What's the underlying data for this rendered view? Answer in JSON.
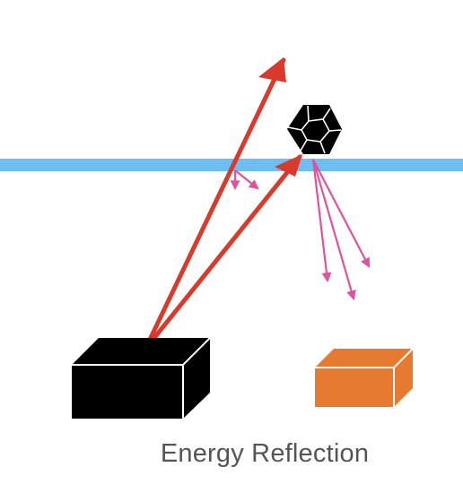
{
  "diagram": {
    "caption": "Energy Reflection",
    "colors": {
      "boundary": "#6dbef2",
      "emitted_rays": "#d93a2b",
      "reflected_rays": "#e0529c",
      "source_box": "#000000",
      "receiver_box": "#e57a30",
      "sphere": "#000000"
    },
    "elements": [
      "source-box",
      "receiver-box",
      "polyhedron-sphere",
      "reflective-boundary",
      "emitted-ray-long",
      "emitted-ray-short",
      "reflected-ray-small",
      "reflected-ray-fan"
    ]
  }
}
